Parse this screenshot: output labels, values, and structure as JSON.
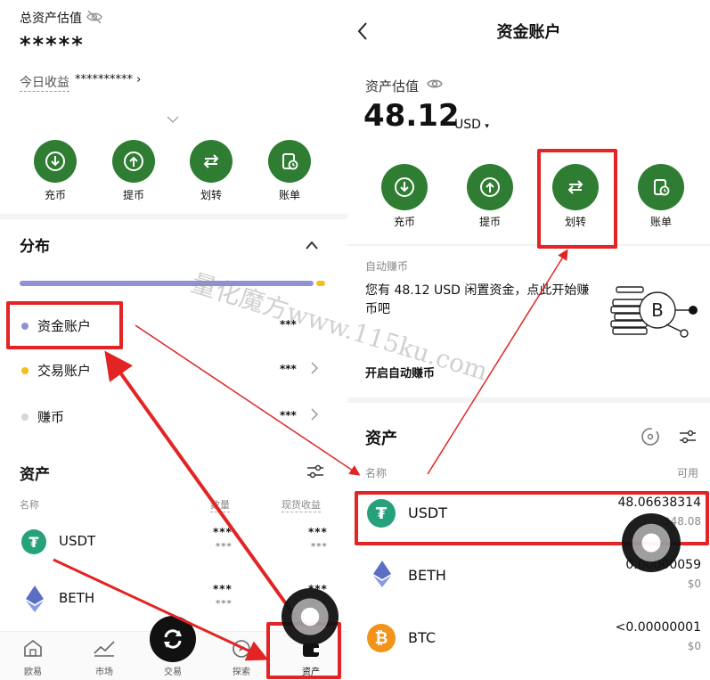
{
  "left": {
    "total_asset_label": "总资产估值",
    "total_asset_value": "*****",
    "today_income_label": "今日收益",
    "today_income_value": "********** ›",
    "actions": [
      {
        "label": "充币",
        "icon": "deposit-icon"
      },
      {
        "label": "提币",
        "icon": "withdraw-icon"
      },
      {
        "label": "划转",
        "icon": "transfer-icon"
      },
      {
        "label": "账单",
        "icon": "bill-icon"
      }
    ],
    "distribution_title": "分布",
    "distribution_items": [
      {
        "label": "资金账户",
        "value": "***",
        "dot_color": "#8f91d8"
      },
      {
        "label": "交易账户",
        "value": "***",
        "dot_color": "#f2c01e"
      },
      {
        "label": "赚币",
        "value": "***",
        "dot_color": "#d6d6d6"
      }
    ],
    "assets_title": "资产",
    "columns": {
      "name": "名称",
      "amount": "数量",
      "spot_income": "现货收益"
    },
    "assets": [
      {
        "name": "USDT",
        "amount": "***",
        "amount_sub": "***",
        "income": "***",
        "income_sub": "***"
      },
      {
        "name": "BETH",
        "amount": "***",
        "amount_sub": "***",
        "income": "***",
        "income_sub": "***"
      }
    ],
    "nav": [
      {
        "label": "欧易",
        "icon": "home-icon"
      },
      {
        "label": "市场",
        "icon": "market-icon"
      },
      {
        "label": "交易",
        "icon": "trade-icon"
      },
      {
        "label": "探索",
        "icon": "explore-icon"
      },
      {
        "label": "资产",
        "icon": "wallet-icon"
      }
    ]
  },
  "right": {
    "title": "资金账户",
    "estimate_label": "资产估值",
    "estimate_value": "48.12",
    "currency": "USD",
    "actions": [
      {
        "label": "充币",
        "icon": "deposit-icon"
      },
      {
        "label": "提币",
        "icon": "withdraw-icon"
      },
      {
        "label": "划转",
        "icon": "transfer-icon"
      },
      {
        "label": "账单",
        "icon": "bill-icon"
      }
    ],
    "auto_earn_label": "自动赚币",
    "auto_earn_text": "您有 48.12 USD 闲置资金，点此开始赚币吧",
    "auto_earn_link": "开启自动赚币",
    "assets_title": "资产",
    "columns": {
      "name": "名称",
      "available": "可用"
    },
    "assets": [
      {
        "name": "USDT",
        "amount": "48.06638314",
        "usd": "$48.08",
        "color": "#26a17b"
      },
      {
        "name": "BETH",
        "amount": "0.00000059",
        "usd": "$0",
        "color": "#5b6ec4"
      },
      {
        "name": "BTC",
        "amount": "<0.00000001",
        "usd": "$0",
        "color": "#f2931a"
      }
    ]
  },
  "watermark": "量化魔方www.115ku.com",
  "colors": {
    "green": "#2f7d32",
    "red": "#e32424",
    "dist_bar": "#8f91d8"
  }
}
